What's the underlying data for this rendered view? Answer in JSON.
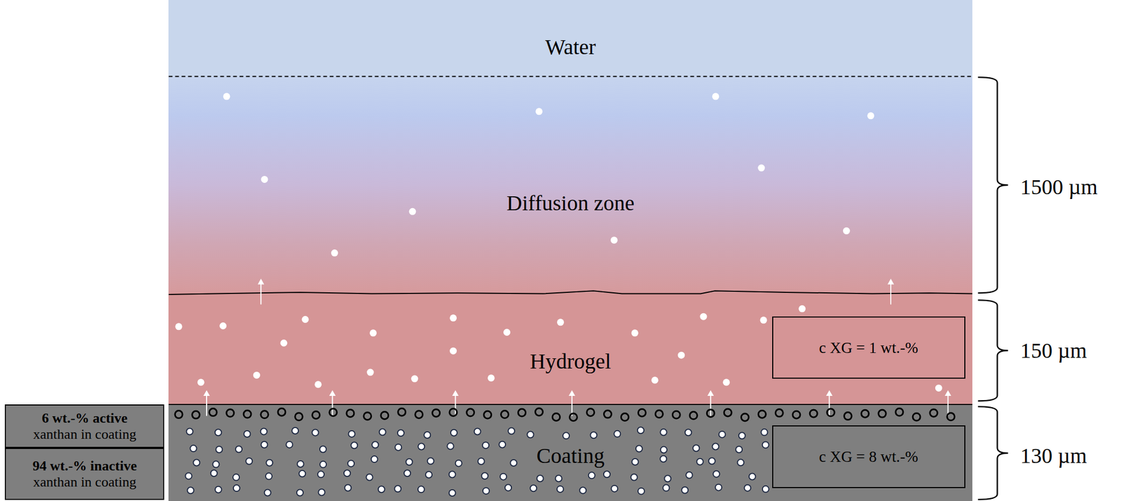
{
  "diagram": {
    "nodes": [
      {
        "text": [
          "Water"
        ]
      },
      {
        "text": [
          "Diffusion zone"
        ]
      },
      {
        "text": [
          "Hydrogel"
        ]
      },
      {
        "text": [
          "c XG = 1 wt.-%"
        ],
        "in": 2
      },
      {
        "text": [
          "Coating"
        ]
      },
      {
        "text": [
          "c XG = 8 wt.-%"
        ],
        "in": 4
      },
      {
        "text": [
          "6 wt.-% active",
          "xanthan in coating"
        ]
      },
      {
        "text": [
          "94 wt.-% inactive",
          "xanthan in coating"
        ]
      }
    ],
    "labels": [
      "1500 µm",
      "150 µm",
      "130 µm"
    ]
  }
}
